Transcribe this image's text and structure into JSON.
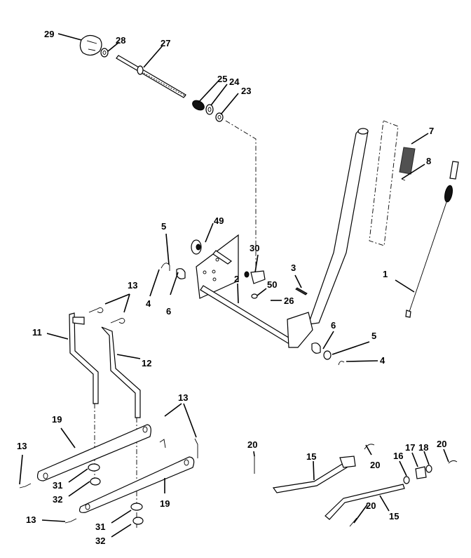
{
  "diagram": {
    "type": "exploded-parts-view",
    "subject": "Lift lever / height adjustment assembly",
    "callouts": [
      {
        "id": "c29",
        "label": "29"
      },
      {
        "id": "c28",
        "label": "28"
      },
      {
        "id": "c27",
        "label": "27"
      },
      {
        "id": "c25",
        "label": "25"
      },
      {
        "id": "c24",
        "label": "24"
      },
      {
        "id": "c23",
        "label": "23"
      },
      {
        "id": "c7",
        "label": "7"
      },
      {
        "id": "c8",
        "label": "8"
      },
      {
        "id": "c5a",
        "label": "5"
      },
      {
        "id": "c49",
        "label": "49"
      },
      {
        "id": "c30",
        "label": "30"
      },
      {
        "id": "c3",
        "label": "3"
      },
      {
        "id": "c1",
        "label": "1"
      },
      {
        "id": "c2",
        "label": "2"
      },
      {
        "id": "c50",
        "label": "50"
      },
      {
        "id": "c26",
        "label": "26"
      },
      {
        "id": "c4a",
        "label": "4"
      },
      {
        "id": "c6a",
        "label": "6"
      },
      {
        "id": "c13a",
        "label": "13"
      },
      {
        "id": "c11",
        "label": "11"
      },
      {
        "id": "c12",
        "label": "12"
      },
      {
        "id": "c6b",
        "label": "6"
      },
      {
        "id": "c5b",
        "label": "5"
      },
      {
        "id": "c4b",
        "label": "4"
      },
      {
        "id": "c13b",
        "label": "13"
      },
      {
        "id": "c19a",
        "label": "19"
      },
      {
        "id": "c13c",
        "label": "13"
      },
      {
        "id": "c31a",
        "label": "31"
      },
      {
        "id": "c32a",
        "label": "32"
      },
      {
        "id": "c19b",
        "label": "19"
      },
      {
        "id": "c13d",
        "label": "13"
      },
      {
        "id": "c31b",
        "label": "31"
      },
      {
        "id": "c32b",
        "label": "32"
      },
      {
        "id": "c20a",
        "label": "20"
      },
      {
        "id": "c15a",
        "label": "15"
      },
      {
        "id": "c20b",
        "label": "20"
      },
      {
        "id": "c16",
        "label": "16"
      },
      {
        "id": "c17",
        "label": "17"
      },
      {
        "id": "c18",
        "label": "18"
      },
      {
        "id": "c20c",
        "label": "20"
      },
      {
        "id": "c20d",
        "label": "20"
      },
      {
        "id": "c15b",
        "label": "15"
      }
    ]
  }
}
